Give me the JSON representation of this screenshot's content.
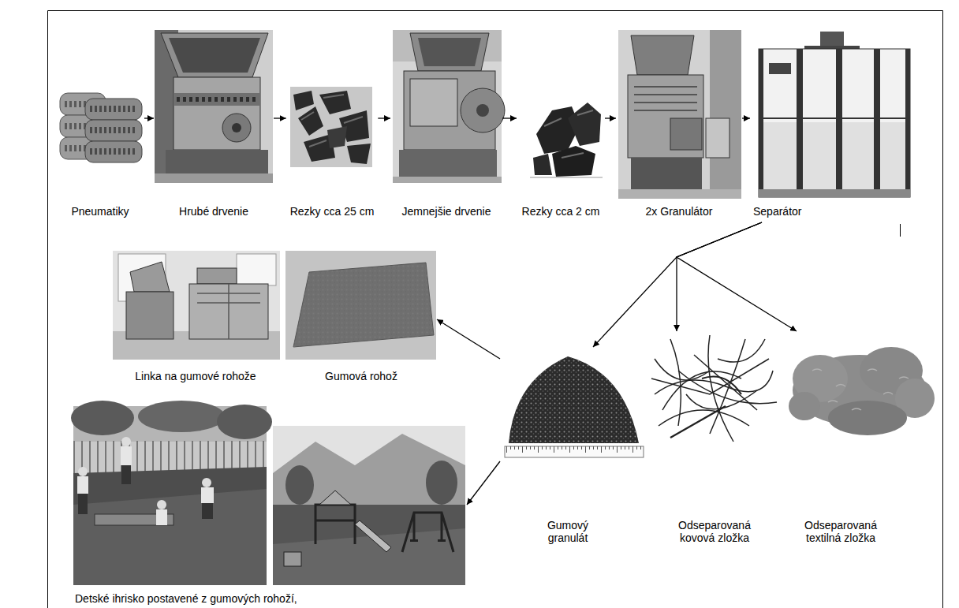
{
  "diagram": {
    "nodes": [
      {
        "text": [
          "Pneumatiky"
        ]
      },
      {
        "text": [
          "Hrubé drvenie"
        ]
      },
      {
        "text": [
          "Rezky cca 25 cm"
        ]
      },
      {
        "text": [
          "Jemnejšie drvenie"
        ]
      },
      {
        "text": [
          "Rezky cca 2 cm"
        ]
      },
      {
        "text": [
          "2x Granulátor"
        ]
      },
      {
        "text": [
          "Separátor"
        ]
      },
      {
        "text": [
          "Linka na gumové rohože"
        ]
      },
      {
        "text": [
          "Gumová rohož"
        ]
      },
      {
        "text": [
          "Gumový granulát"
        ]
      },
      {
        "text": [
          "Odseparovaná kovová zložka"
        ]
      },
      {
        "text": [
          "Odseparovaná textilná zložka"
        ]
      },
      {
        "text": [
          "Detské ihrisko postavené z gumových rohoží,"
        ]
      }
    ],
    "edges": [
      {
        "from": 0,
        "to": 1,
        "arrow": "to"
      },
      {
        "from": 1,
        "to": 2,
        "arrow": "to"
      },
      {
        "from": 2,
        "to": 3,
        "arrow": "to"
      },
      {
        "from": 3,
        "to": 4,
        "arrow": "to"
      },
      {
        "from": 4,
        "to": 5,
        "arrow": "to"
      },
      {
        "from": 5,
        "to": 6,
        "arrow": "to"
      },
      {
        "from": 6,
        "to": 9,
        "arrow": "to"
      },
      {
        "from": 6,
        "to": 10,
        "arrow": "to"
      },
      {
        "from": 6,
        "to": 11,
        "arrow": "to"
      },
      {
        "from": 9,
        "to": 8,
        "arrow": "to"
      },
      {
        "from": 9,
        "to": 12,
        "arrow": "to"
      }
    ]
  }
}
